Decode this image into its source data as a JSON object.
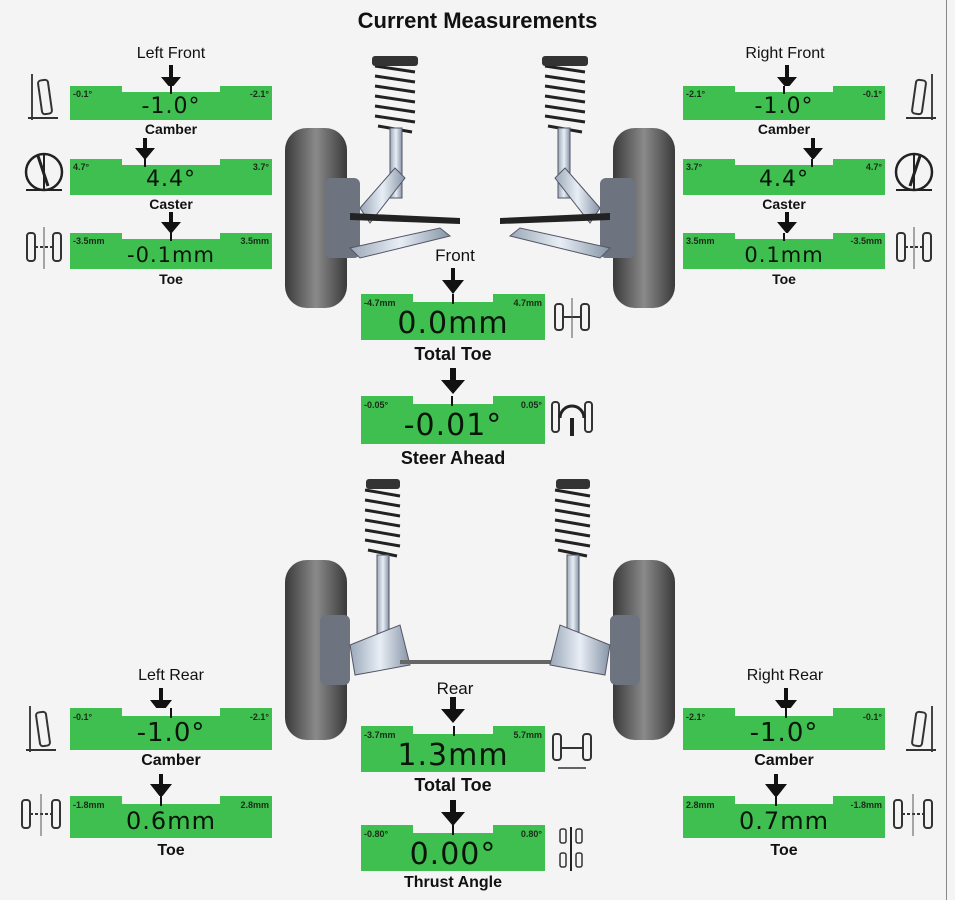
{
  "title": "Current Measurements",
  "left_front": {
    "label": "Left Front",
    "camber": {
      "min": "-0.1°",
      "max": "-2.1°",
      "value": "-1.0°",
      "label": "Camber"
    },
    "caster": {
      "min": "4.7°",
      "max": "3.7°",
      "value": "4.4°",
      "label": "Caster"
    },
    "toe": {
      "min": "-3.5mm",
      "max": "3.5mm",
      "value": "-0.1mm",
      "label": "Toe"
    }
  },
  "right_front": {
    "label": "Right Front",
    "camber": {
      "min": "-2.1°",
      "max": "-0.1°",
      "value": "-1.0°",
      "label": "Camber"
    },
    "caster": {
      "min": "3.7°",
      "max": "4.7°",
      "value": "4.4°",
      "label": "Caster"
    },
    "toe": {
      "min": "3.5mm",
      "max": "-3.5mm",
      "value": "0.1mm",
      "label": "Toe"
    }
  },
  "front_total": {
    "heading": "Front",
    "min": "-4.7mm",
    "max": "4.7mm",
    "value": "0.0mm",
    "label": "Total Toe"
  },
  "steer_ahead": {
    "min": "-0.05°",
    "max": "0.05°",
    "value": "-0.01°",
    "label": "Steer Ahead"
  },
  "left_rear": {
    "label": "Left Rear",
    "camber": {
      "min": "-0.1°",
      "max": "-2.1°",
      "value": "-1.0°",
      "label": "Camber"
    },
    "toe": {
      "min": "-1.8mm",
      "max": "2.8mm",
      "value": "0.6mm",
      "label": "Toe"
    }
  },
  "right_rear": {
    "label": "Right Rear",
    "camber": {
      "min": "-2.1°",
      "max": "-0.1°",
      "value": "-1.0°",
      "label": "Camber"
    },
    "toe": {
      "min": "2.8mm",
      "max": "-1.8mm",
      "value": "0.7mm",
      "label": "Toe"
    }
  },
  "rear_total": {
    "heading": "Rear",
    "min": "-3.7mm",
    "max": "5.7mm",
    "value": "1.3mm",
    "label": "Total Toe"
  },
  "thrust_angle": {
    "min": "-0.80°",
    "max": "0.80°",
    "value": "0.00°",
    "label": "Thrust Angle"
  },
  "icons": {
    "camber": "camber-icon",
    "caster": "caster-icon",
    "toe": "toe-icon",
    "total_toe": "total-toe-icon",
    "steer_ahead": "steering-wheel-icon",
    "thrust": "thrust-angle-icon",
    "front_suspension": "front-suspension-illustration",
    "rear_suspension": "rear-suspension-illustration"
  },
  "colors": {
    "gauge_green": "#3fbf4f",
    "background": "#f4f4f4",
    "text": "#111111"
  }
}
